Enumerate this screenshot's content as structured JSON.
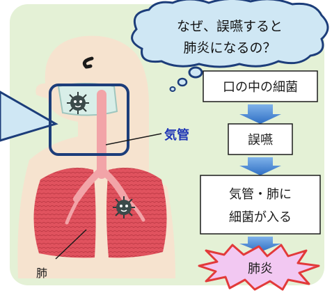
{
  "thought_bubble": {
    "line1": "なぜ、誤嚥すると",
    "line2": "肺炎になるの？"
  },
  "label_trachea": "気管",
  "label_lung": "肺",
  "flow": {
    "step1": "口の中の細菌",
    "step2": "誤嚥",
    "step3_line1": "気管・肺に",
    "step3_line2": "細菌が入る",
    "result": "肺炎"
  },
  "colors": {
    "panel": "#e4f1d6",
    "skin": "#f6e3cf",
    "lung": "#e0525e",
    "trachea": "#f2a4a8",
    "arrow": "#3f86d6",
    "outline": "#1c3d7a",
    "accent_text": "#1f36b5",
    "starburst_fill": "#f2c8f2",
    "starburst_stroke": "#e23a3a"
  },
  "icons": [
    "germ-icon",
    "germ-icon",
    "thought-bubble",
    "starburst"
  ]
}
